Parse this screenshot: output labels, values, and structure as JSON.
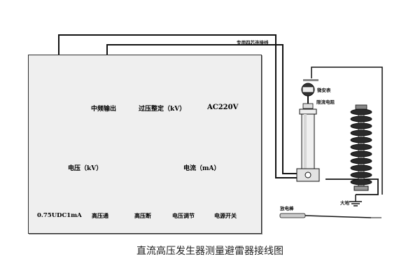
{
  "cable_label": "专用四芯连接线",
  "panel": {
    "freq_out_label": "中频输出",
    "overvoltage_label": "过压整定（kV）",
    "ac_label": "AC220V",
    "voltage_meter_label": "电压（kV）",
    "current_meter_label": "电流（mA）",
    "btn_075_label": "0.75UDC1mA",
    "btn_hv_on_label": "高压通",
    "btn_hv_off_label": "高压断",
    "btn_adjust_label": "电压调节",
    "btn_power_label": "电源开关"
  },
  "right": {
    "microammeter_label": "微安表",
    "resistor_label": "限流电阻",
    "ground_label": "大地",
    "discharge_rod_label": "放电棒"
  },
  "caption": "直流高压发生器测量避雷器接线图",
  "colors": {
    "yellow_button": "#f2e600",
    "green_button": "#19c21e",
    "red_button": "#f21d1d",
    "panel_bg": "#efefef",
    "screen_bg": "#dff1fb"
  }
}
